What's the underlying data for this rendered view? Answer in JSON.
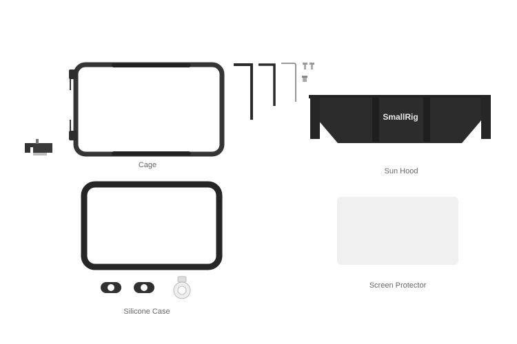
{
  "items": [
    {
      "id": "cage",
      "label": "Cage"
    },
    {
      "id": "sun-hood",
      "label": "Sun Hood",
      "logo": "SmallRig"
    },
    {
      "id": "silicone-case",
      "label": "Silicone Case"
    },
    {
      "id": "screen-protector",
      "label": "Screen Protector"
    }
  ],
  "colors": {
    "background": "#ffffff",
    "part_dark": "#2b2b2b",
    "label_text": "#666666",
    "protector": "#f0f0f0"
  }
}
